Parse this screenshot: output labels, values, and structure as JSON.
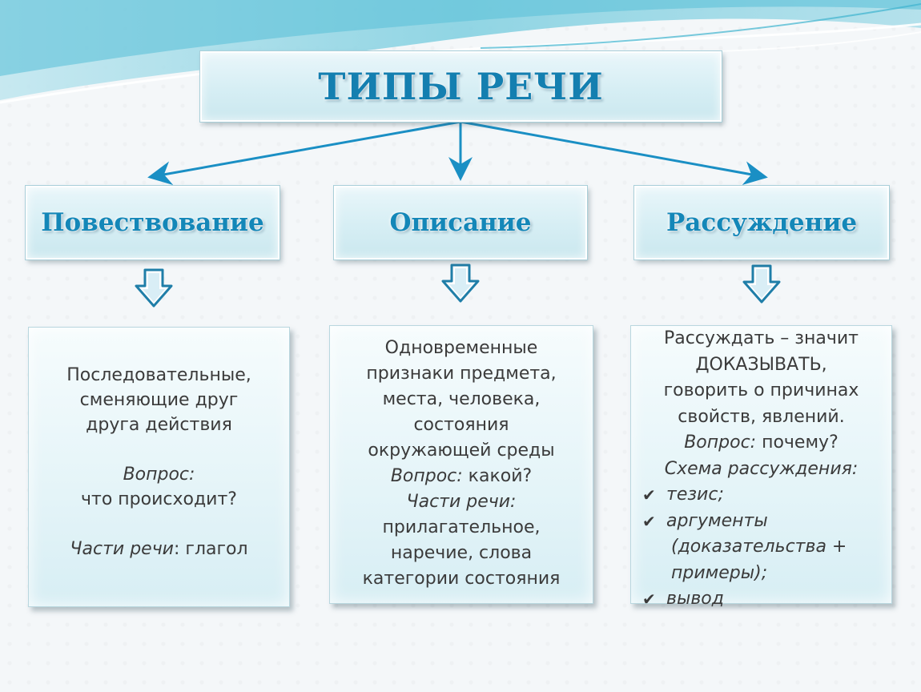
{
  "title": "ТИПЫ РЕЧИ",
  "types": [
    {
      "name": "Повествование",
      "lines": [
        "Последовательные,",
        "сменяющие друг",
        "друга действия"
      ],
      "question_label": "Вопрос:",
      "question_text": "что происходит?",
      "parts_label": "Части речи",
      "parts_text": ": глагол"
    },
    {
      "name": "Описание",
      "lines": [
        "Одновременные",
        "признаки предмета,",
        "места, человека,",
        "состояния",
        "окружающей среды"
      ],
      "question_label": "Вопрос:",
      "question_text": " какой?",
      "parts_label": "Части речи:",
      "parts_lines": [
        "прилагательное,",
        "наречие, слова",
        "категории состояния"
      ]
    },
    {
      "name": "Рассуждение",
      "lines": [
        "Рассуждать – значит",
        "ДОКАЗЫВАТЬ,",
        "говорить о причинах",
        "свойств, явлений."
      ],
      "question_label": "Вопрос:",
      "question_text": " почему?",
      "scheme_label": "Схема рассуждения:",
      "scheme_items": [
        "тезис;",
        "аргументы",
        "вывод"
      ],
      "scheme_item2_cont": [
        "(доказательства +",
        "примеры);"
      ]
    }
  ],
  "colors": {
    "title_text": "#147fb0",
    "type_text": "#1487b8",
    "connector": "#1a8fc4",
    "body_text": "#3b3b3b"
  }
}
